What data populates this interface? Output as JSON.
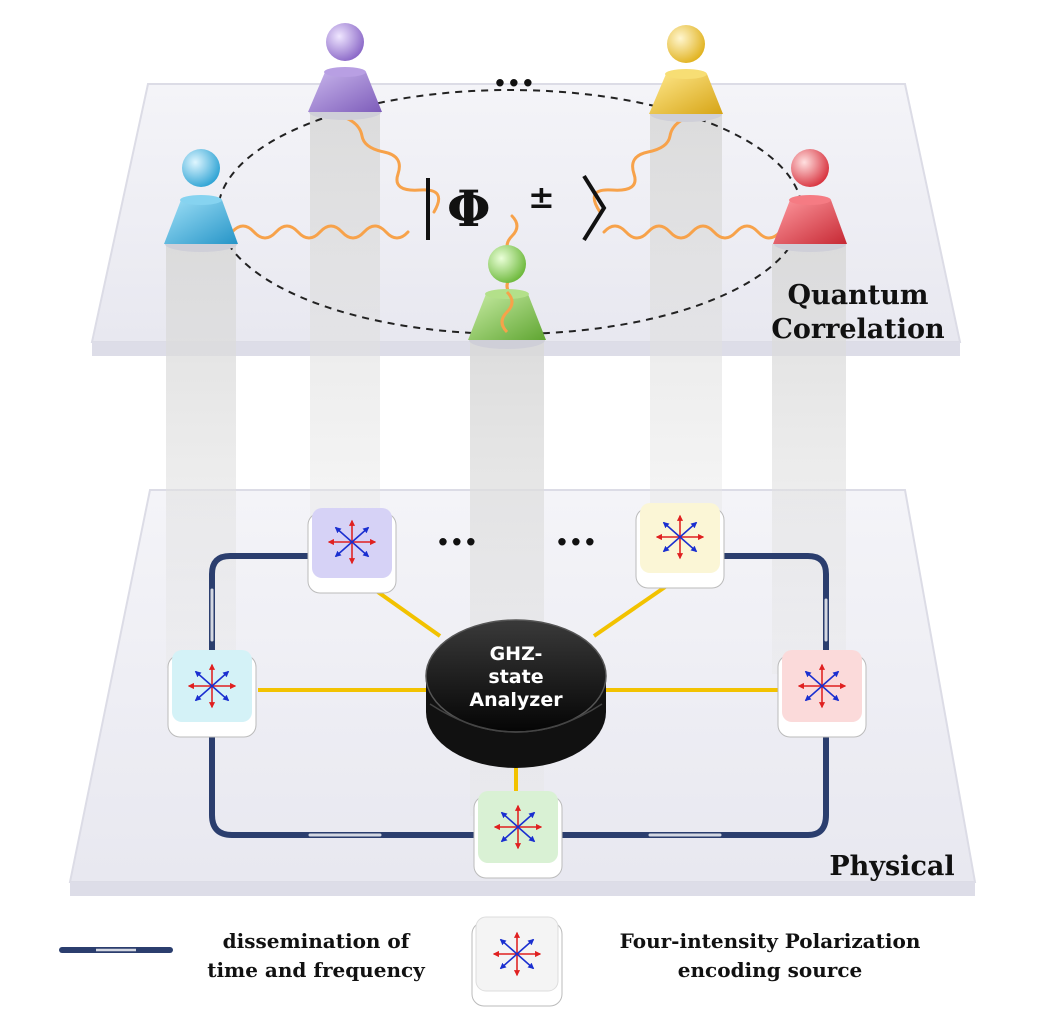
{
  "layers": {
    "top_label_line1": "Quantum",
    "top_label_line2": "Correlation",
    "bottom_label": "Physical"
  },
  "state": {
    "symbol": "Φ",
    "superscript": "±"
  },
  "ellipsis": "...",
  "analyzer": {
    "line1": "GHZ-",
    "line2": "state",
    "line3": "Analyzer"
  },
  "legend": {
    "fiber_line1": "dissemination of",
    "fiber_line2": "time and frequency",
    "source_line1": "Four-intensity Polarization",
    "source_line2": "encoding source"
  },
  "colors": {
    "purple": "#a98fd6",
    "yellow": "#f2cf4a",
    "blue": "#5cc0e8",
    "red": "#e8505a",
    "green": "#8fcf5a",
    "fiber": "#2b3e6e",
    "link": "#f2c200",
    "photon": "#f7a24a"
  }
}
